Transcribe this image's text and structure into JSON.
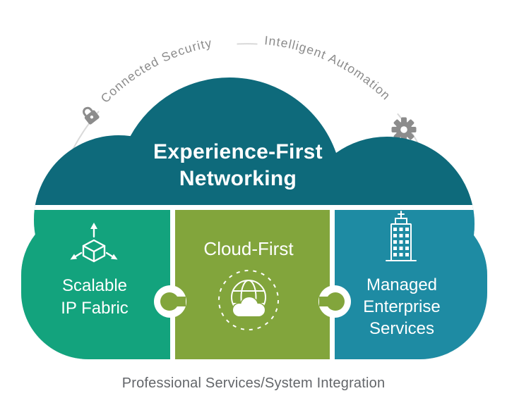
{
  "title": {
    "line1": "Experience-First",
    "line2": "Networking"
  },
  "arc": {
    "left_label": "Connected Security",
    "right_label": "Intelligent Automation",
    "left_icon": "lock-icon",
    "right_icon": "gear-icon"
  },
  "pieces": {
    "left": {
      "line1": "Scalable",
      "line2": "IP Fabric",
      "icon": "scale-out-cube-icon",
      "color": "#13A37D"
    },
    "middle": {
      "label": "Cloud-First",
      "icon": "globe-cloud-icon",
      "color": "#82A53C"
    },
    "right": {
      "line1": "Managed",
      "line2": "Enterprise",
      "line3": "Services",
      "icon": "enterprise-building-icon",
      "color": "#1E8BA3"
    }
  },
  "colors": {
    "cloud": "#0E6A7B",
    "arc_line": "#D9D9D9",
    "arc_text": "#8B8B8B",
    "icon_gray": "#8C8C8C",
    "caption_text": "#63666A",
    "text_on_color": "#FFFFFF"
  },
  "caption": "Professional Services/System Integration"
}
